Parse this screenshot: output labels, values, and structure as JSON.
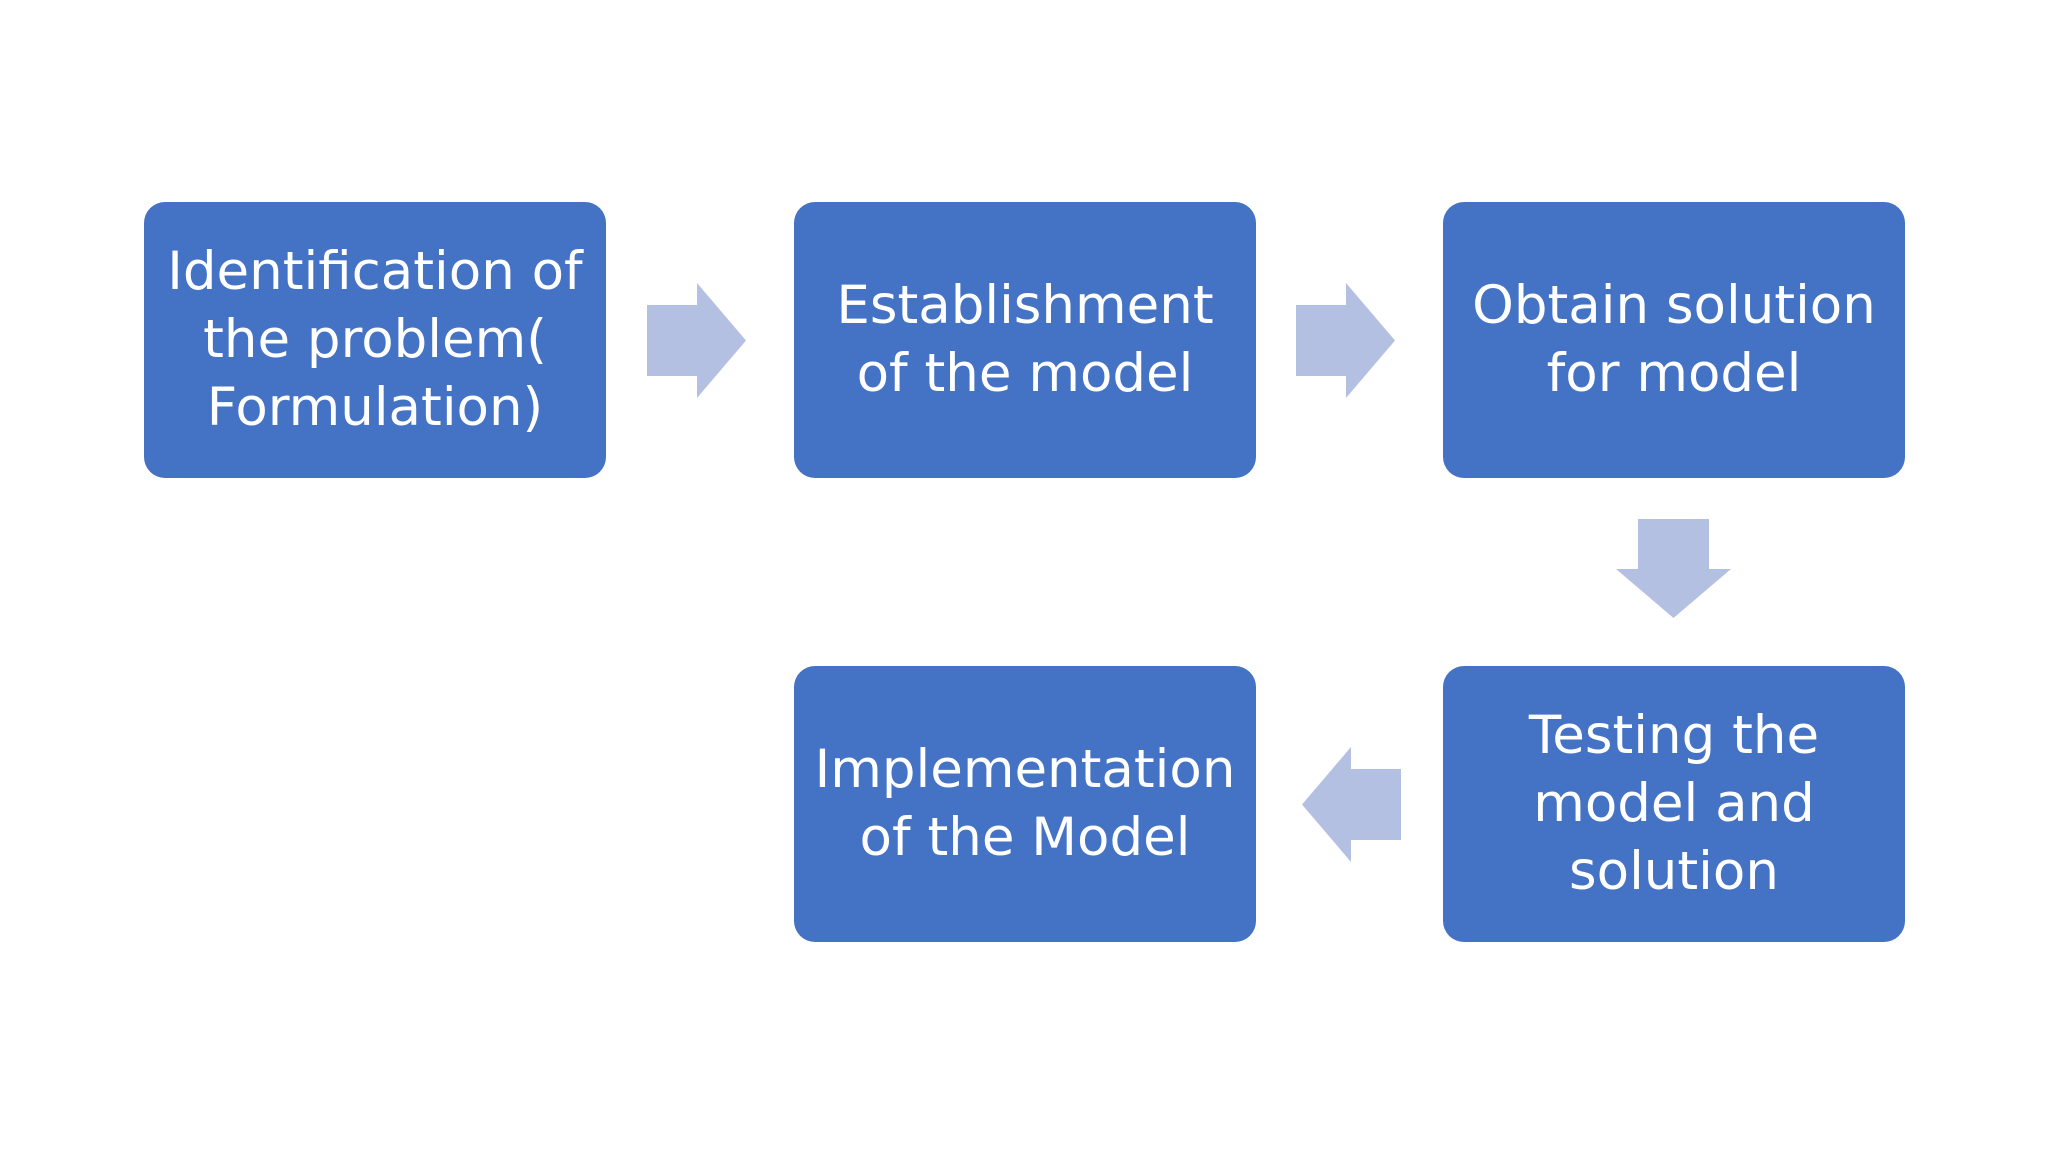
{
  "steps": [
    {
      "label": "Identification of\nthe problem(\nFormulation)"
    },
    {
      "label": "Establishment\nof the model"
    },
    {
      "label": "Obtain solution\nfor model"
    },
    {
      "label": "Testing the\nmodel and\nsolution"
    },
    {
      "label": "Implementation\nof the Model"
    }
  ],
  "colors": {
    "box": "#4472c4",
    "box_text": "#ffffff",
    "arrow": "#b4c0e2",
    "background": "#ffffff"
  },
  "icons": {
    "arrow_1": "arrow-right-icon",
    "arrow_2": "arrow-right-icon",
    "arrow_3": "arrow-down-icon",
    "arrow_4": "arrow-left-icon"
  }
}
